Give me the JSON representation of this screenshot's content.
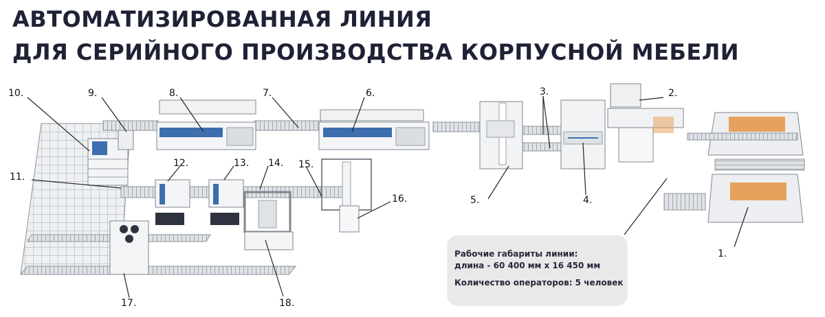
{
  "title": {
    "line1": "АВТОМАТИЗИРОВАННАЯ ЛИНИЯ",
    "line2": "ДЛЯ СЕРИЙНОГО ПРОИЗВОДСТВА КОРПУСНОЙ МЕБЕЛИ"
  },
  "callouts": {
    "c1": "1.",
    "c2": "2.",
    "c3": "3.",
    "c4": "4.",
    "c5": "5.",
    "c6": "6.",
    "c7": "7.",
    "c8": "8.",
    "c9": "9.",
    "c10": "10.",
    "c11": "11.",
    "c12": "12.",
    "c13": "13.",
    "c14": "14.",
    "c15": "15.",
    "c16": "16.",
    "c17": "17.",
    "c18": "18."
  },
  "info": {
    "dims_label": "Рабочие габариты линии:",
    "dims_value": "длина - 60 400 мм х 16 450 мм",
    "operators": "Количество операторов: 5 человек"
  },
  "colors": {
    "title": "#1f2236",
    "machine_blue": "#3d6fae",
    "board_orange": "#e6a25c",
    "frame_gray": "#9aa0a8",
    "infobox_bg": "#e9e9ea"
  }
}
